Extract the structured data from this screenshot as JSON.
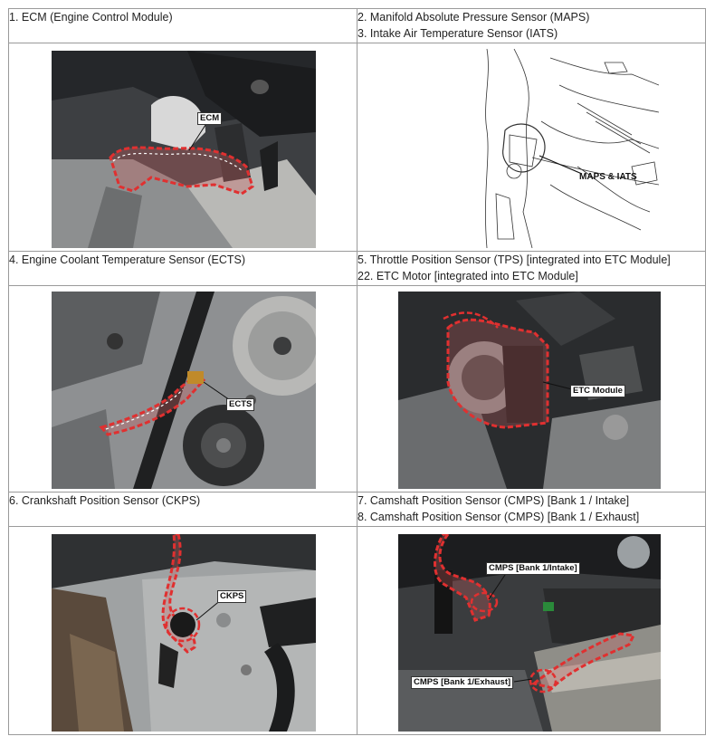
{
  "rows": [
    {
      "left": {
        "lines": [
          "1. ECM (Engine Control Module)"
        ]
      },
      "right": {
        "lines": [
          "2. Manifold Absolute Pressure Sensor (MAPS)",
          "3. Intake Air Temperature Sensor (IATS)"
        ]
      }
    },
    {
      "left": {
        "lines": [
          "4. Engine Coolant Temperature Sensor (ECTS)"
        ]
      },
      "right": {
        "lines": [
          "5. Throttle Position Sensor (TPS) [integrated into ETC Module]",
          "22. ETC Motor [integrated into ETC Module]"
        ]
      }
    },
    {
      "left": {
        "lines": [
          "6. Crankshaft Position Sensor (CKPS)"
        ]
      },
      "right": {
        "lines": [
          "7. Camshaft Position Sensor (CMPS) [Bank 1 / Intake]",
          "8. Camshaft Position Sensor (CMPS) [Bank 1 / Exhaust]"
        ]
      }
    }
  ],
  "callouts": {
    "ecm": "ECM",
    "maps_iats": "MAPS & IATS",
    "ects": "ECTS",
    "etc": "ETC Module",
    "ckps": "CKPS",
    "cmps_intake": "CMPS [Bank 1/Intake]",
    "cmps_exhaust": "CMPS [Bank 1/Exhaust]"
  }
}
